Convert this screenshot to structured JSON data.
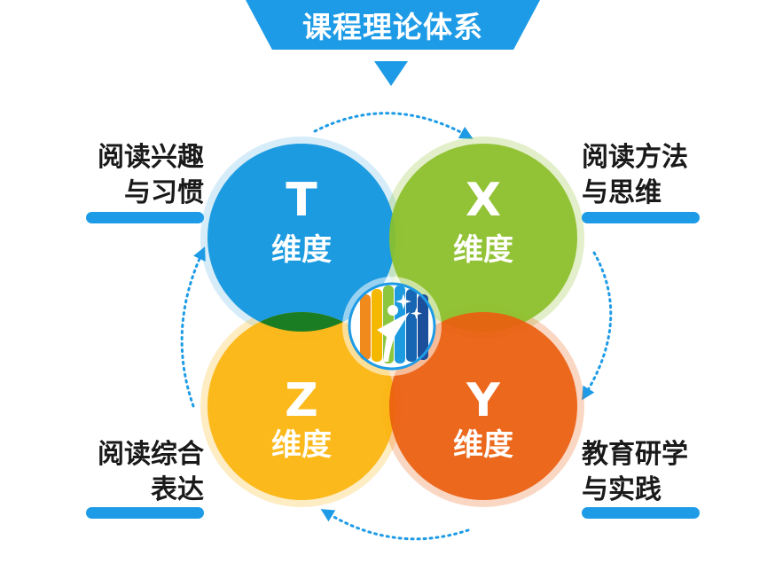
{
  "title": "课程理论体系",
  "colors": {
    "accent": "#1e9be6",
    "t_circle": "#1d9be0",
    "x_circle": "#8cbf2b",
    "z_circle": "#fbb50e",
    "y_circle": "#ea5e0f"
  },
  "dimensions": [
    {
      "letter": "T",
      "word": "维度"
    },
    {
      "letter": "X",
      "word": "维度"
    },
    {
      "letter": "Z",
      "word": "维度"
    },
    {
      "letter": "Y",
      "word": "维度"
    }
  ],
  "labels": {
    "top_left": {
      "line1": "阅读兴趣",
      "line2": "与习惯"
    },
    "top_right": {
      "line1": "阅读方法",
      "line2": "与思维"
    },
    "bottom_left": {
      "line1": "阅读综合",
      "line2": "表达"
    },
    "bottom_right": {
      "line1": "教育研学",
      "line2": "与实践"
    }
  },
  "center_icon": "reader-logo-icon"
}
